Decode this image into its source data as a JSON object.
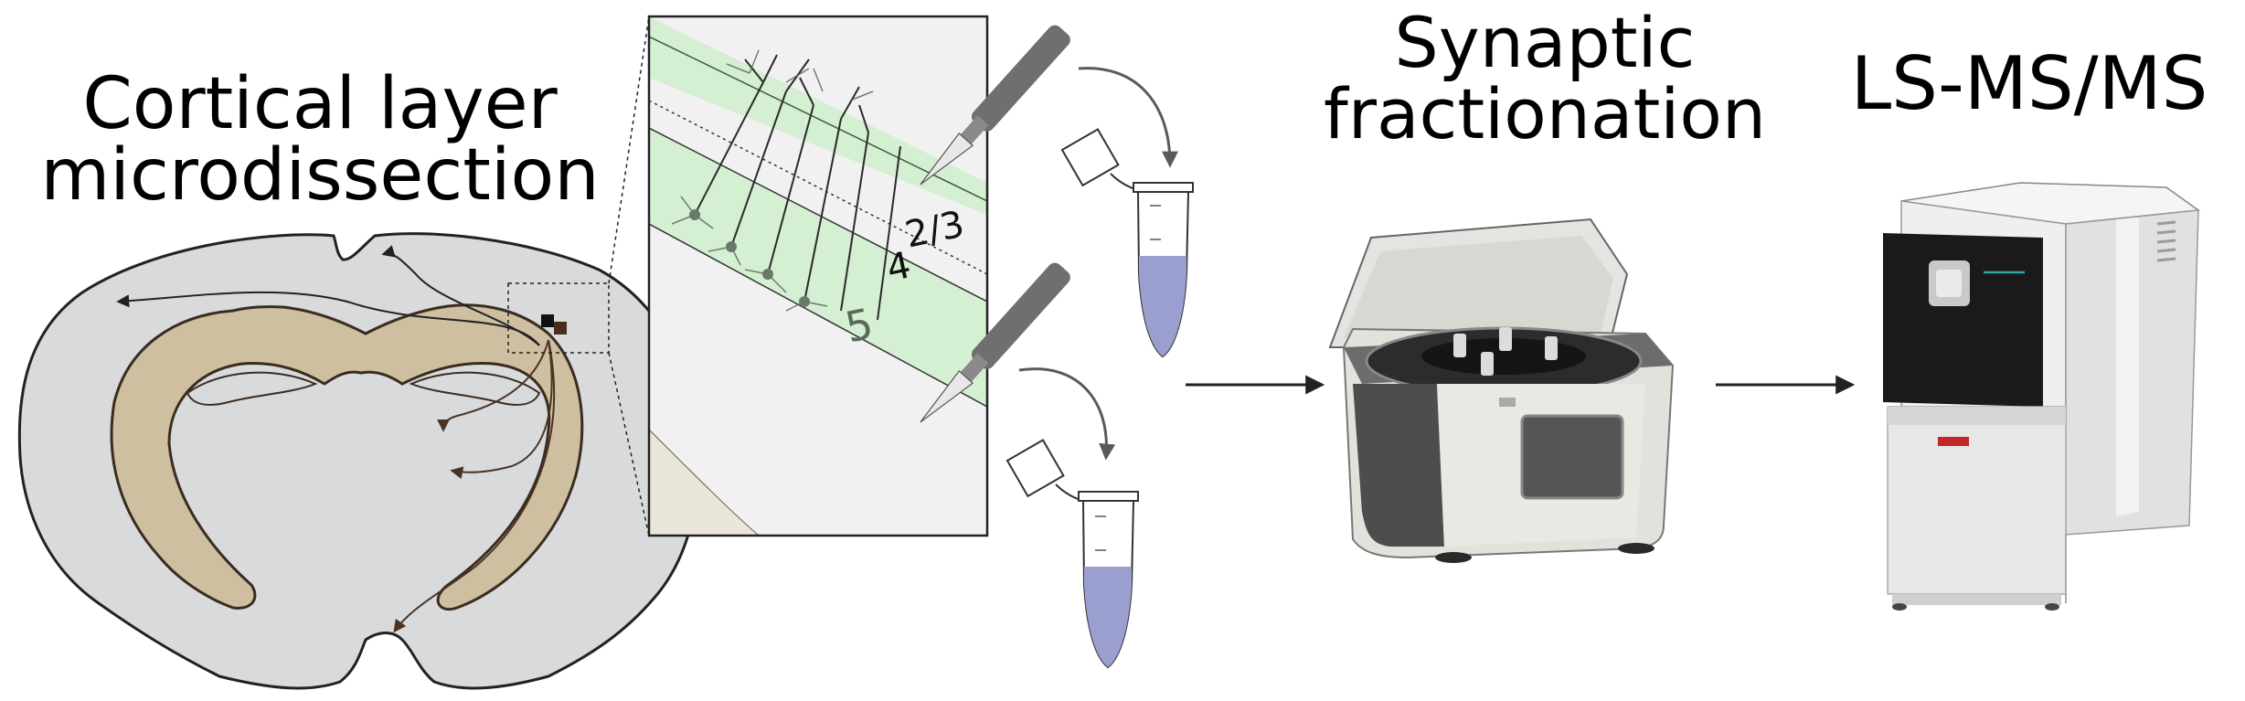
{
  "titles": {
    "microdissection_line1": "Cortical layer",
    "microdissection_line2": "microdissection",
    "fractionation_line1": "Synaptic",
    "fractionation_line2": "fractionation",
    "mass_spec": "LS-MS/MS"
  },
  "layer_labels": {
    "upper": "2/3",
    "middle": "4",
    "lower": "5"
  },
  "colors": {
    "brain_fill": "#d9dadc",
    "white_matter": "#cdbfa0",
    "layer_green": "#d4efd2",
    "tube_liquid": "#9a9fd0",
    "scalpel": "#6f6f6f",
    "centrifuge_body": "#e2e2dc",
    "instrument_front": "#1a1a1a",
    "instrument_body": "#ececec"
  },
  "icons": {
    "scalpel": "scalpel-icon",
    "tube": "microcentrifuge-tube-icon",
    "centrifuge": "centrifuge-icon",
    "mass_spectrometer": "mass-spectrometer-icon"
  }
}
